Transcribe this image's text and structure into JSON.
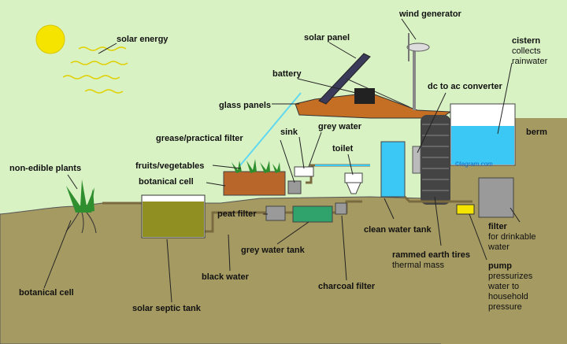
{
  "diagram": {
    "watermark": "©lagram.com",
    "labels": {
      "solar_energy": "solar energy",
      "wind_generator": "wind generator",
      "solar_panel": "solar panel",
      "battery": "battery",
      "cistern": "cistern",
      "cistern_sub1": "collects",
      "cistern_sub2": "rainwater",
      "glass_panels": "glass panels",
      "dc_to_ac": "dc to ac converter",
      "berm": "berm",
      "grease_filter": "grease/practical filter",
      "sink": "sink",
      "grey_water": "grey water",
      "toilet": "toilet",
      "non_edible": "non-edible plants",
      "fruits_veg": "fruits/vegetables",
      "botanical_cell_top": "botanical cell",
      "peat_filter": "peat filter",
      "clean_water_tank": "clean water tank",
      "filter": "filter",
      "filter_sub1": "for drinkable",
      "filter_sub2": "water",
      "grey_water_tank": "grey water tank",
      "rammed_earth": "rammed earth tires",
      "thermal_mass": "thermal mass",
      "pump": "pump",
      "pump_sub1": "pressurizes",
      "pump_sub2": "water to",
      "pump_sub3": "household",
      "pump_sub4": "pressure",
      "black_water": "black water",
      "botanical_cell_bottom": "botanical cell",
      "charcoal_filter": "charcoal filter",
      "solar_septic": "solar septic tank"
    }
  },
  "colors": {
    "sky": "#d9f2c4",
    "ground": "#a59a62",
    "sun": "#f5e400",
    "water": "#3cc8f5",
    "septic": "#8f8f22",
    "grey_tank": "#2fa36b",
    "roof": "#c56f24",
    "pipe": "#b8a16a",
    "panel": "#3a3a5a"
  }
}
